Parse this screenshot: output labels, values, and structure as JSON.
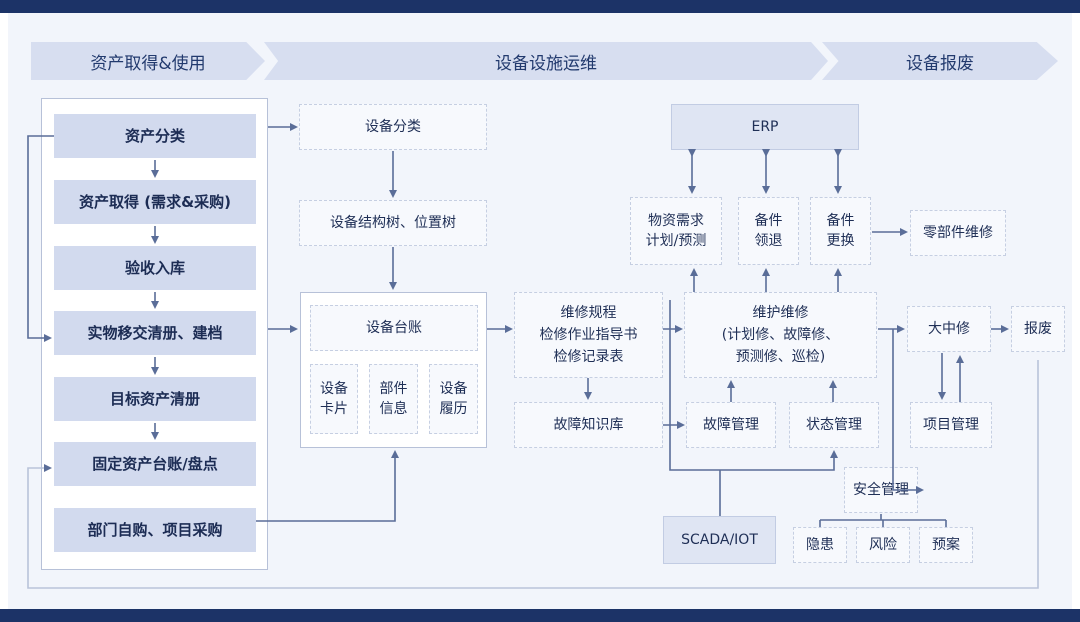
{
  "phases": {
    "acquire_use": "资产取得&使用",
    "operation": "设备设施运维",
    "scrap": "设备报废"
  },
  "asset_steps": [
    "资产分类",
    "资产取得 (需求&采购)",
    "验收入库",
    "实物移交清册、建档",
    "目标资产清册",
    "固定资产台账/盘点",
    "部门自购、项目采购"
  ],
  "equipment": {
    "classification": "设备分类",
    "structure_tree": "设备结构树、位置树",
    "ledger": "设备台账",
    "ledger_parts": [
      "设备\n卡片",
      "部件\n信息",
      "设备\n履历"
    ]
  },
  "maintenance_docs": "维修规程\n检修作业指导书\n检修记录表",
  "fault_knowledge": "故障知识库",
  "erp": "ERP",
  "material_plan": "物资需求\n计划/预测",
  "spare_return": "备件\n领退",
  "spare_replace": "备件\n更换",
  "parts_repair": "零部件维修",
  "maintain": "维护维修\n(计划修、故障修、\n预测修、巡检)",
  "fault_mgmt": "故障管理",
  "status_mgmt": "状态管理",
  "overhaul": "大中修",
  "scrap": "报废",
  "project_mgmt": "项目管理",
  "safety_mgmt": "安全管理",
  "hazard": "隐患",
  "risk": "风险",
  "plan": "预案",
  "scada": "SCADA/IOT",
  "colors": {
    "top_bar": "#1c3367",
    "banner": "#d7def0",
    "left_item": "#d2daee",
    "arrow": "#5a6d98"
  }
}
